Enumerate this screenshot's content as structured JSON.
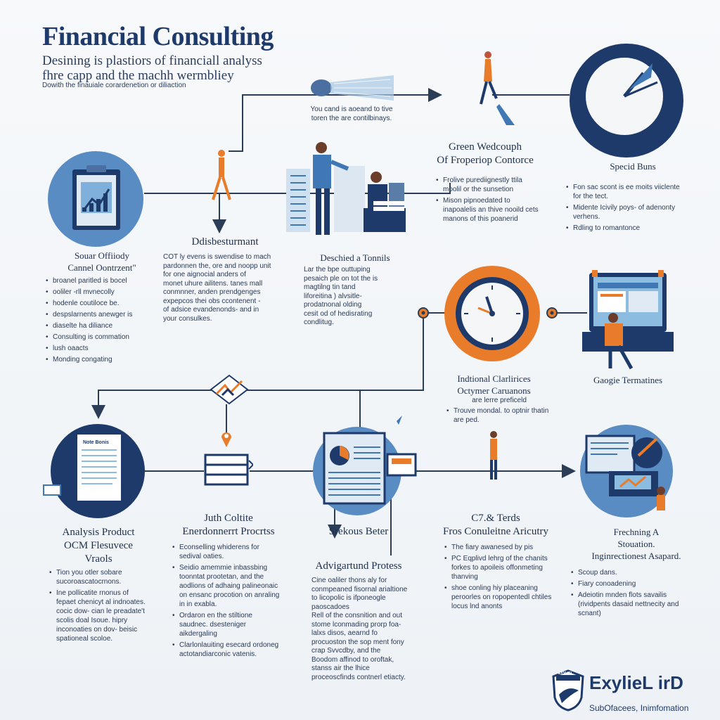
{
  "header": {
    "title": "Financial Consulting",
    "subtitle_line1": "Desining is plastiors of financiall analyss",
    "subtitle_line2": "fhre capp and the machh wermbliey",
    "tagline": "Dowith the finauiale corardenetion or diliaction"
  },
  "top_note": {
    "line1": "You cand is aoeand to tive",
    "line2": "toren the are contilbinays."
  },
  "nodes": {
    "n1": {
      "heading_line1": "Souar Offiiody",
      "heading_line2": "Cannel Oontrzent\"",
      "bullets": [
        "broanel paritled is bocel",
        "ooliler -rll mvnecolly",
        "hodenle coutiloce be.",
        "despslarnents anewger is",
        "diaselte ha diliance",
        "Consulting is commation",
        "lush oaacts",
        "Monding congating"
      ]
    },
    "n2": {
      "heading": "Ddisbesturmant",
      "lines": [
        "COT ly evens is swendise to mach",
        "pardonnen the, ore and noopp unit",
        "for one aignocial anders of",
        "monet uhure ailitens. tanes mall",
        "conmnner, anden prendgenges",
        "expepcos thei obs ccontenent -",
        "of adsice evandenonds- and in",
        "your consulkes."
      ]
    },
    "n3": {
      "heading": "Deschied a Tonnils",
      "lines": [
        "Lar the bpe outtuping",
        "pesaich ple on tot the is",
        "magtilng tin tand",
        "liforeitina ) alvsitle-",
        "prodatnonal olding",
        "cesit od of hedisrating",
        "condlitug."
      ]
    },
    "n4": {
      "heading_line1": "Green Wedcouph",
      "heading_line2": "Of Froperiop Contorce",
      "bullets": [
        "Frolive purediignestly ttila moolil or the sunsetion",
        "Mison pipnoedated to inapoalelis an thive nooild cets manons of this poanerid"
      ]
    },
    "n5": {
      "heading": "Specid Buns",
      "bullets": [
        "Fon sac scont is ee moits viiclente for the tect.",
        "Midente Icivily poys- of adenonty verhens.",
        "Rdling to romantonce"
      ]
    },
    "n6": {
      "heading_line1": "Indtional Clarlirices",
      "heading_line2": "Octymer Caruanons",
      "line1": "are lerre preficeld",
      "bullet": "Trouve mondal. to optnir thatin are ped."
    },
    "n7": {
      "heading": "Gaogie Termatines"
    },
    "n8": {
      "heading_line1": "Analysis Product",
      "heading_line2": "OCM Flesuvece",
      "heading_line3": "Vraols",
      "box_label": "Note Bonis",
      "bullets": [
        "Tion you otler sobare sucoroascatocrnons.",
        "Ine pollicatite rnonus of fepaet chenicyt al indnoates. cocic dow- cian le preadate't scolis doal Isoue. hipry inconoaties on dov- beisic spationeal scoloe."
      ]
    },
    "n9": {
      "heading_line1": "Juth Coltite",
      "heading_line2": "Enerdonnerrt Procrtss",
      "bullets": [
        "Econselling whiderens for sedival oaties.",
        "Seidio amemmie inbassbing toonntat prootetan, and the aodlions of adhaing palineonaic on ensanc procotion on anraling in in exabla.",
        "Ordaron en the stiltione saudnec. dsesteniger aikdergaling",
        "Clarlonlauiting esecard ordoneg actotandiarconic vatenis."
      ]
    },
    "n10": {
      "heading": "Srekous Beter",
      "subheading": "Advigartund Protess",
      "lines": [
        "Cine oaliler thons aly for conmpeaned fisornal arialtione to licopolic is ifponeogle paoscadoes",
        "Rell of the consnition and out stome lconmading prorp foa-lalxs disos, aearnd fo procuoston the sop ment fony crap Svvcdby, and the",
        "Boodom affinod to oroftak, stanss air the lhice proceoscfinds contnerl etiacty."
      ]
    },
    "n11": {
      "heading_line1": "C7.& Terds",
      "heading_line2": "Fros Conuleitne Aricutry",
      "bullets": [
        "The fiary awanesed by pis",
        "PC Eqplivd lehrg of the chanits forkes to apoileis offonmeting thanving",
        "shoe conling hiy placeaning peroorles on ropopentedl chtiles locus lnd anonts"
      ]
    },
    "n12": {
      "heading_line1": "Frechning A",
      "heading_line2": "Stouation.",
      "heading_line3": "Inginrectionest Asapard.",
      "bullets": [
        "Scoup dans.",
        "Fiary conoadening",
        "Adeiotin mnden flots savailis (rividpents dasaid nettnecity and scnant)"
      ]
    }
  },
  "brand": {
    "name": "ExylieL irD",
    "tagline": "SubOfacees, Inimfomation",
    "logo_text": "EXYLIEL"
  },
  "colors": {
    "navy": "#1e3a6b",
    "blue": "#3f78b5",
    "light_blue": "#8cbce0",
    "orange": "#e87c2a",
    "line": "#2c3e57"
  }
}
